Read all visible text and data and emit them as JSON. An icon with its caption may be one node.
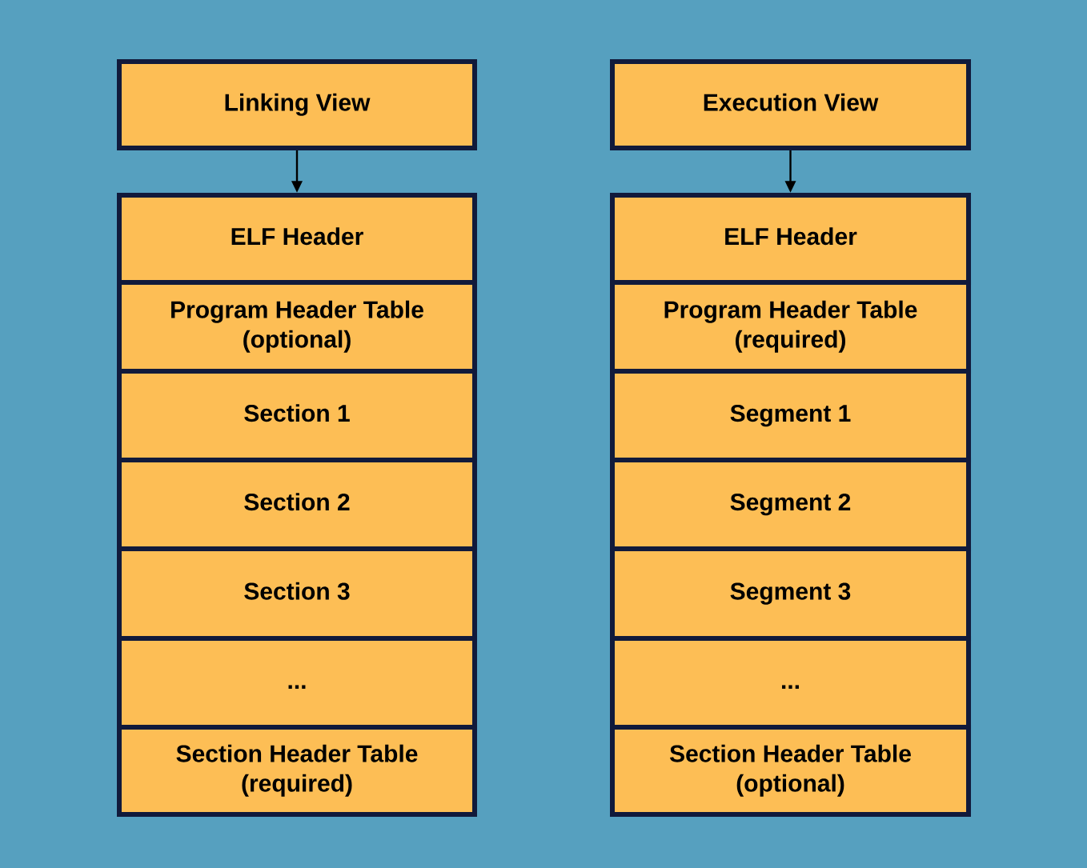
{
  "diagram": {
    "nodes": [
      {
        "text": [
          "Linking View"
        ]
      },
      {
        "text": [
          "ELF Header"
        ]
      },
      {
        "text": [
          "Program Header Table (optional)"
        ]
      },
      {
        "text": [
          "Section 1"
        ]
      },
      {
        "text": [
          "Section 2"
        ]
      },
      {
        "text": [
          "Section 3"
        ]
      },
      {
        "text": [
          "..."
        ]
      },
      {
        "text": [
          "Section Header Table (required)"
        ]
      },
      {
        "text": [
          "Execution View"
        ]
      },
      {
        "text": [
          "ELF Header"
        ]
      },
      {
        "text": [
          "Program Header Table (required)"
        ]
      },
      {
        "text": [
          "Segment 1"
        ]
      },
      {
        "text": [
          "Segment 2"
        ]
      },
      {
        "text": [
          "Segment 3"
        ]
      },
      {
        "text": [
          "..."
        ]
      },
      {
        "text": [
          "Section Header Table (optional)"
        ]
      }
    ],
    "edges": [
      {
        "from": 0,
        "to": 1,
        "arrow": "to"
      },
      {
        "from": 8,
        "to": 9,
        "arrow": "to"
      }
    ]
  }
}
